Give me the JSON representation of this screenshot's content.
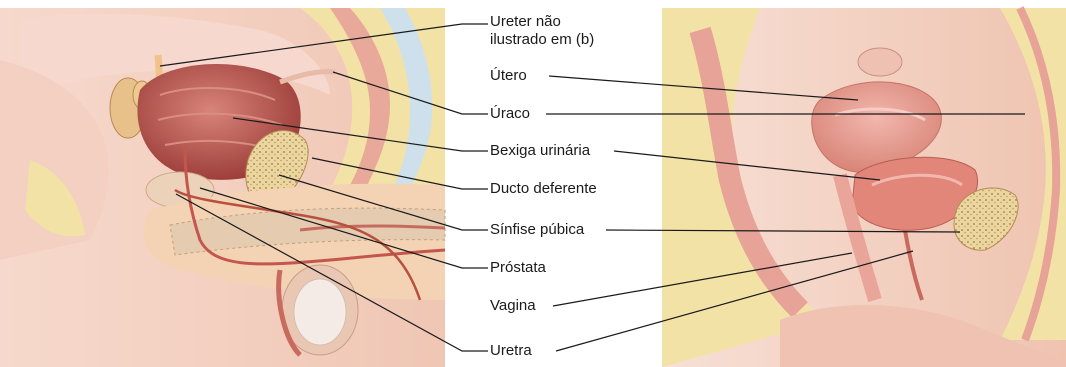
{
  "labels": {
    "ureter": "Ureter não ilustrado em (b)",
    "ureter_line1": "Ureter não",
    "ureter_line2": "ilustrado em (b)",
    "utero": "Útero",
    "uraco": "Úraco",
    "bexiga": "Bexiga urinária",
    "ducto": "Ducto deferente",
    "sinfise": "Sínfise púbica",
    "prostata": "Próstata",
    "vagina": "Vagina",
    "uretra": "Uretra"
  },
  "colors": {
    "skin": "#f3cdbd",
    "fat": "#f1e3a8",
    "muscle": "#c8605a",
    "bladder": "#b8554f",
    "bone": "#e8d49a",
    "organ_pink": "#e8a29a",
    "leader_line": "#1a1a1a"
  }
}
